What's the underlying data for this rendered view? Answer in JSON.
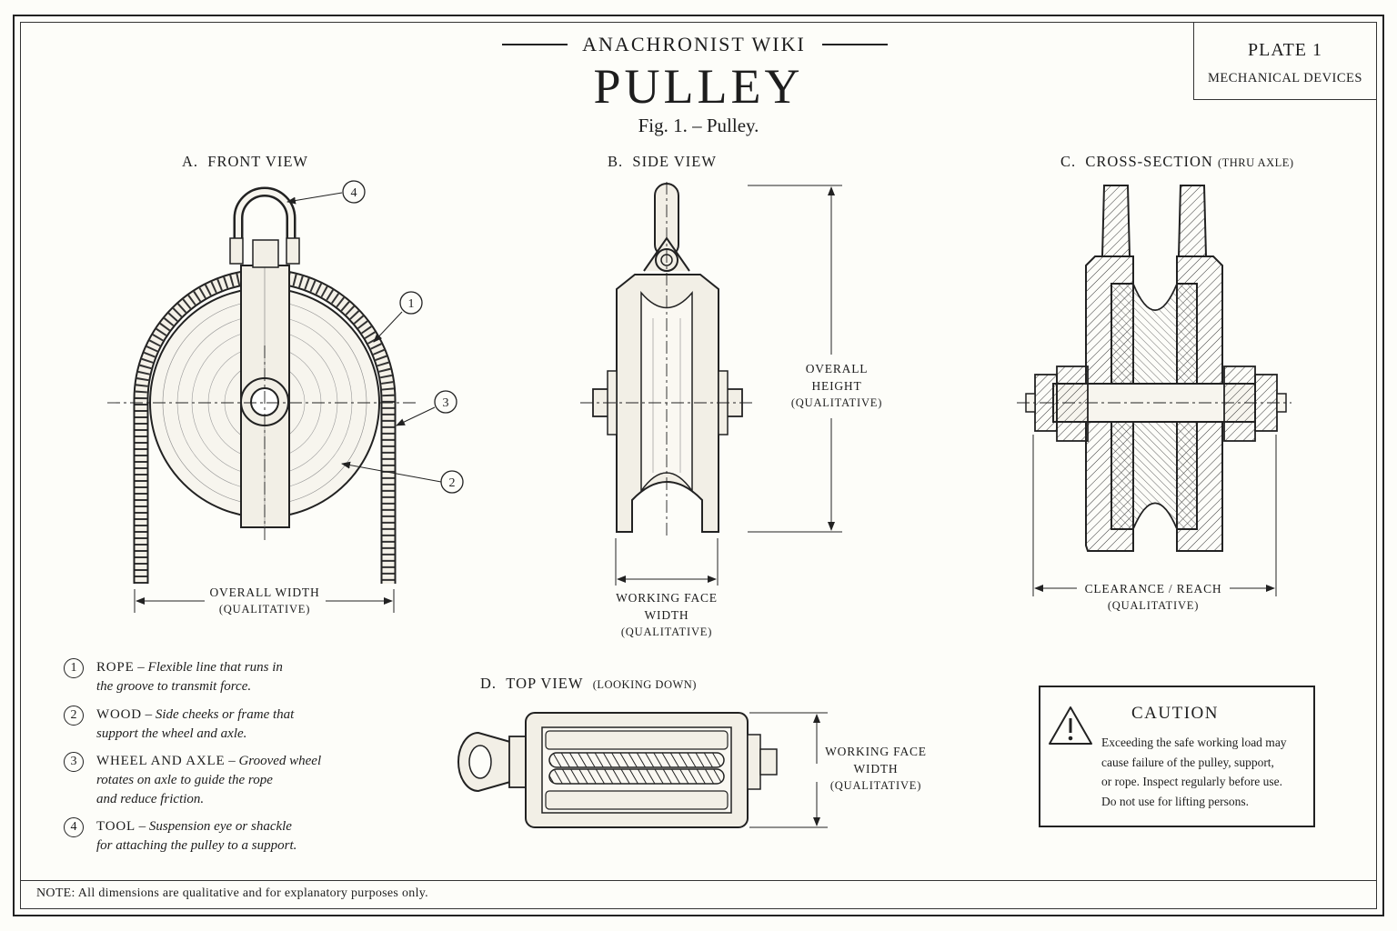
{
  "header": {
    "wiki_name": "ANACHRONIST WIKI",
    "title": "PULLEY",
    "figure_caption": "Fig. 1. – Pulley."
  },
  "plate": {
    "number": "PLATE 1",
    "category": "MECHANICAL DEVICES"
  },
  "views": {
    "front": {
      "letter": "A.",
      "title": "FRONT VIEW",
      "dimension": {
        "label": "OVERALL WIDTH",
        "qualifier": "(QUALITATIVE)"
      }
    },
    "side": {
      "letter": "B.",
      "title": "SIDE VIEW",
      "dimension_width": {
        "label_line1": "WORKING FACE",
        "label_line2": "WIDTH",
        "qualifier": "(QUALITATIVE)"
      },
      "dimension_height": {
        "label_line1": "OVERALL",
        "label_line2": "HEIGHT",
        "qualifier": "(QUALITATIVE)"
      }
    },
    "cross_section": {
      "letter": "C.",
      "title": "CROSS-SECTION",
      "subtitle": "(THRU AXLE)",
      "dimension": {
        "label": "CLEARANCE / REACH",
        "qualifier": "(QUALITATIVE)"
      }
    },
    "top": {
      "letter": "D.",
      "title": "TOP VIEW",
      "subtitle": "(LOOKING DOWN)",
      "dimension": {
        "label_line1": "WORKING FACE",
        "label_line2": "WIDTH",
        "qualifier": "(QUALITATIVE)"
      }
    }
  },
  "callouts": [
    "4",
    "1",
    "3",
    "2"
  ],
  "legend": [
    {
      "num": "1",
      "term": "ROPE",
      "desc_line1": "Flexible line that runs in",
      "desc_line2": "the groove to transmit force.",
      "desc_line3": ""
    },
    {
      "num": "2",
      "term": "WOOD",
      "desc_line1": "Side cheeks or frame that",
      "desc_line2": "support the wheel and axle.",
      "desc_line3": ""
    },
    {
      "num": "3",
      "term": "WHEEL AND AXLE",
      "desc_line1": "Grooved wheel",
      "desc_line2": "rotates on axle to guide the rope",
      "desc_line3": "and reduce friction."
    },
    {
      "num": "4",
      "term": "TOOL",
      "desc_line1": "Suspension eye or shackle",
      "desc_line2": "for attaching the pulley to a support.",
      "desc_line3": ""
    }
  ],
  "caution": {
    "title": "CAUTION",
    "line1": "Exceeding the safe working load may",
    "line2": "cause failure of the pulley, support,",
    "line3": "or rope. Inspect regularly before use.",
    "line4": "Do not use for lifting persons."
  },
  "note": "NOTE:  All dimensions are qualitative and for explanatory purposes only."
}
